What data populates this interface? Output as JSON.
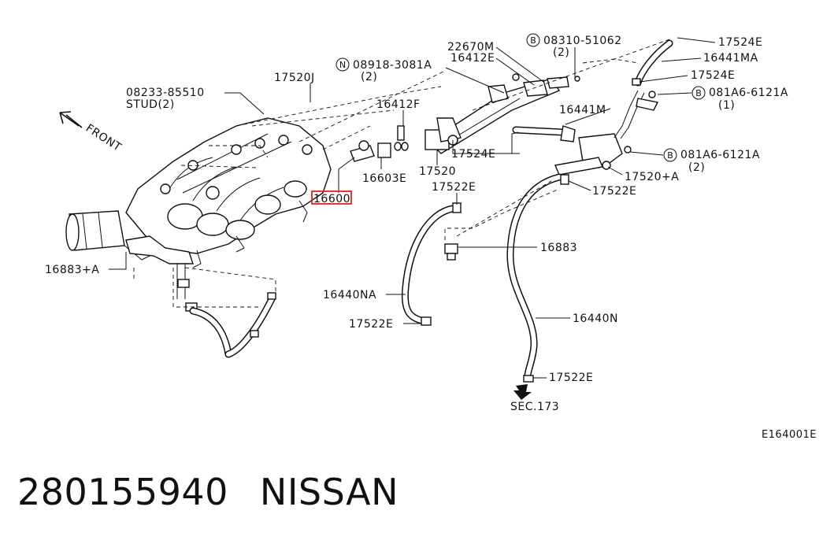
{
  "diagram": {
    "labels": {
      "stud_part": "08233-85510",
      "stud": "STUD(2)",
      "p17520J": "17520J",
      "nut_part": "08918-3081A",
      "nut_qty": "(2)",
      "p22670M": "22670M",
      "p16412E": "16412E",
      "b_bolt1_part": "08310-51062",
      "b_bolt1_qty": "(2)",
      "p17524E_top": "17524E",
      "p16441MA": "16441MA",
      "p17524E_r": "17524E",
      "b_bolt2_part": "081A6-6121A",
      "b_bolt2_qty": "(1)",
      "p16412F": "16412F",
      "p16441M": "16441M",
      "p17524E_mid": "17524E",
      "b_bolt3_part": "081A6-6121A",
      "b_bolt3_qty": "(2)",
      "p17520A": "17520+A",
      "p16603E": "16603E",
      "p17520": "17520",
      "p16600": "16600",
      "p17522E_1": "17522E",
      "p17522E_2": "17522E",
      "p16883": "16883",
      "p16883A": "16883+A",
      "p16440NA": "16440NA",
      "p17522E_3": "17522E",
      "p16440N": "16440N",
      "p17522E_4": "17522E",
      "sec": "SEC.173",
      "front": "FRONT"
    },
    "circle_letters": {
      "n": "N",
      "b1": "B",
      "b2": "B",
      "b3": "B"
    },
    "highlight_color": "#e8221b"
  },
  "ref_code": "E164001E",
  "footer": {
    "part_number": "280155940",
    "brand": "NISSAN"
  }
}
